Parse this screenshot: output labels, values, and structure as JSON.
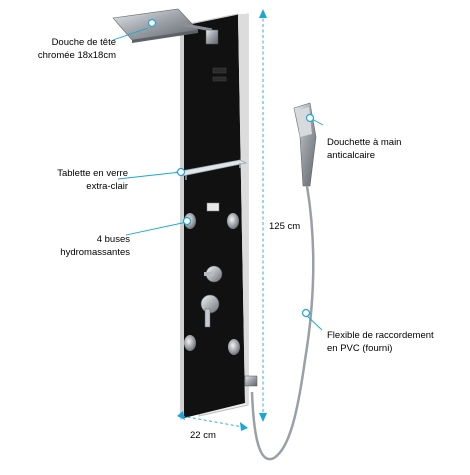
{
  "colors": {
    "accent": "#1aa7d6",
    "panel": "#111111",
    "frame": "#e6e6e6",
    "chrome": "#9aa0a6"
  },
  "labels": {
    "head": {
      "line1": "Douche de tête",
      "line2": "chromée 18x18cm"
    },
    "shelf": {
      "line1": "Tablette en verre",
      "line2": "extra-clair"
    },
    "jets": {
      "line1": "4 buses",
      "line2": "hydromassantes"
    },
    "handshower": {
      "line1": "Douchette à main",
      "line2": "anticalcaire"
    },
    "hose": {
      "line1": "Flexible de raccordement",
      "line2": "en PVC (fourni)"
    }
  },
  "dimensions": {
    "height": "125 cm",
    "width": "22 cm"
  }
}
